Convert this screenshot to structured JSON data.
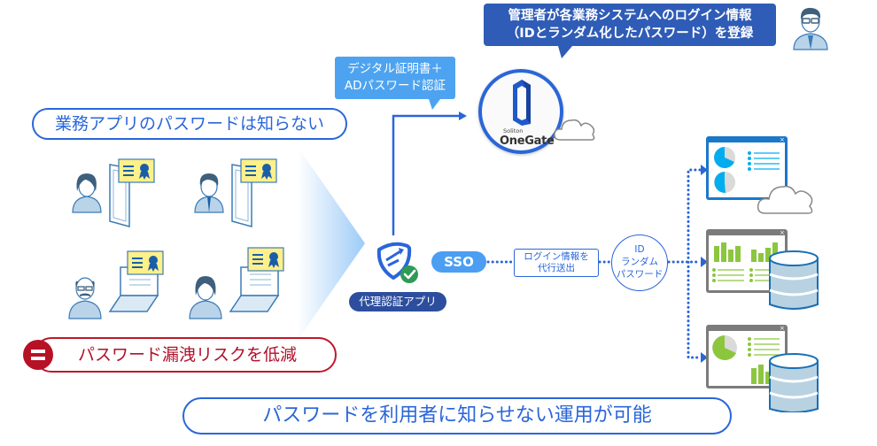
{
  "admin": {
    "bubble_line1": "管理者が各業務システムへのログイン情報",
    "bubble_line2": "（IDとランダム化したパスワード）を登録",
    "avatar_icon": "admin-person-icon"
  },
  "auth_bubble": {
    "line1": "デジタル証明書＋",
    "line2": "ADパスワード認証"
  },
  "onegate": {
    "vendor": "Soliton",
    "product": "OneGate",
    "logo_icon": "onegate-logo-icon",
    "cloud_icon": "cloud-icon"
  },
  "users": {
    "headline": "業務アプリのパスワードは知らない",
    "devices": [
      {
        "person": "woman-user-icon",
        "device": "smartphone-icon",
        "credential": "certificate-icon"
      },
      {
        "person": "man-user-icon",
        "device": "smartphone-icon",
        "credential": "certificate-icon"
      },
      {
        "person": "older-man-user-icon",
        "device": "laptop-icon",
        "credential": "certificate-icon"
      },
      {
        "person": "woman-user-icon",
        "device": "laptop-icon",
        "credential": "certificate-icon"
      }
    ]
  },
  "risk": {
    "symbol": "＝",
    "text": "パスワード漏洩リスクを低減"
  },
  "proxy": {
    "label": "代理認証アプリ",
    "icon": "shield-check-icon"
  },
  "flow": {
    "sso_label": "SSO",
    "send_line1": "ログイン情報を",
    "send_line2": "代行送出",
    "id_line1": "ID",
    "id_line2": "ランダム",
    "id_line3": "パスワード"
  },
  "targets": [
    {
      "name": "cloud-app",
      "type": "pie-dashboard",
      "color": "#1a78c9",
      "extra": "cloud-icon"
    },
    {
      "name": "onprem-app-1",
      "type": "bar-dashboard",
      "color": "#7b7b7b",
      "extra": "database-icon"
    },
    {
      "name": "onprem-app-2",
      "type": "pie-bar-dashboard",
      "color": "#7b7b7b",
      "extra": "database-icon"
    }
  ],
  "footer": {
    "text": "パスワードを利用者に知らせない運用が可能"
  },
  "colors": {
    "primary_blue": "#2a66d9",
    "dark_blue": "#2f5cb6",
    "light_blue": "#4da3f0",
    "risk_red": "#c0182a",
    "cert_yellow": "#fff08a",
    "chart_green": "#8cc63f",
    "chart_cyan": "#00aeef"
  }
}
